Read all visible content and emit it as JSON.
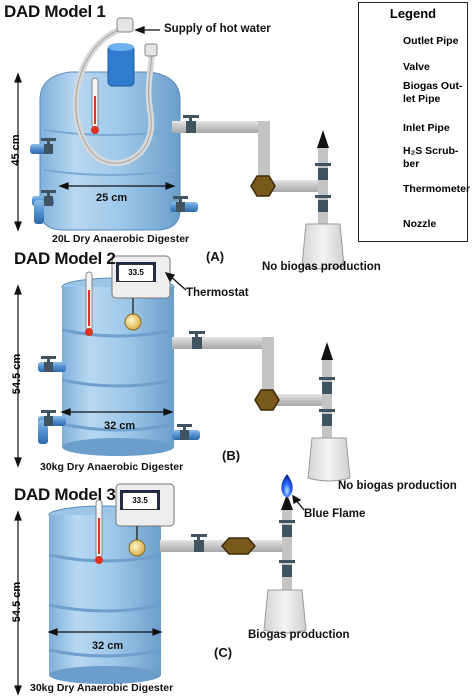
{
  "titles": {
    "model1": "DAD Model 1",
    "model2": "DAD Model 2",
    "model3": "DAD Model 3"
  },
  "legend": {
    "title": "Legend",
    "items": [
      {
        "label": "Outlet Pipe",
        "icon": "outlet-pipe-icon"
      },
      {
        "label": "Valve",
        "icon": "valve-icon"
      },
      {
        "label": "Biogas Out-let Pipe",
        "icon": "biogas-outlet-pipe-icon"
      },
      {
        "label": "Inlet Pipe",
        "icon": "inlet-pipe-icon"
      },
      {
        "label": "H₂S Scrub-ber",
        "icon": "h2s-scrubber-icon"
      },
      {
        "label": "Thermometer",
        "icon": "thermometer-icon"
      },
      {
        "label": "Nozzle",
        "icon": "nozzle-icon"
      }
    ]
  },
  "model1": {
    "supply_label": "Supply of hot water",
    "height": "45 cm",
    "width": "25 cm",
    "caption": "20L Dry Anaerobic Digester",
    "panel": "(A)",
    "result": "No biogas production"
  },
  "model2": {
    "thermostat_label": "Thermostat",
    "display": "33.5",
    "height": "54.5 cm",
    "width": "32 cm",
    "caption": "30kg Dry Anaerobic Digester",
    "panel": "(B)",
    "result": "No biogas production"
  },
  "model3": {
    "display": "33.5",
    "flame_label": "Blue Flame",
    "height": "54.5 cm",
    "width": "32 cm",
    "caption": "30kg Dry Anaerobic Digester",
    "panel": "(C)",
    "result": "Biogas production"
  },
  "colors": {
    "barrel": "#9cc6e8",
    "barrel_dark": "#6a9fcc",
    "pipe_blue": "#4f8fd0",
    "gas_pipe": "#c8c8c8",
    "valve": "#3f5360",
    "scrubber": "#7a5a1c",
    "flame": "#2a6bff"
  }
}
